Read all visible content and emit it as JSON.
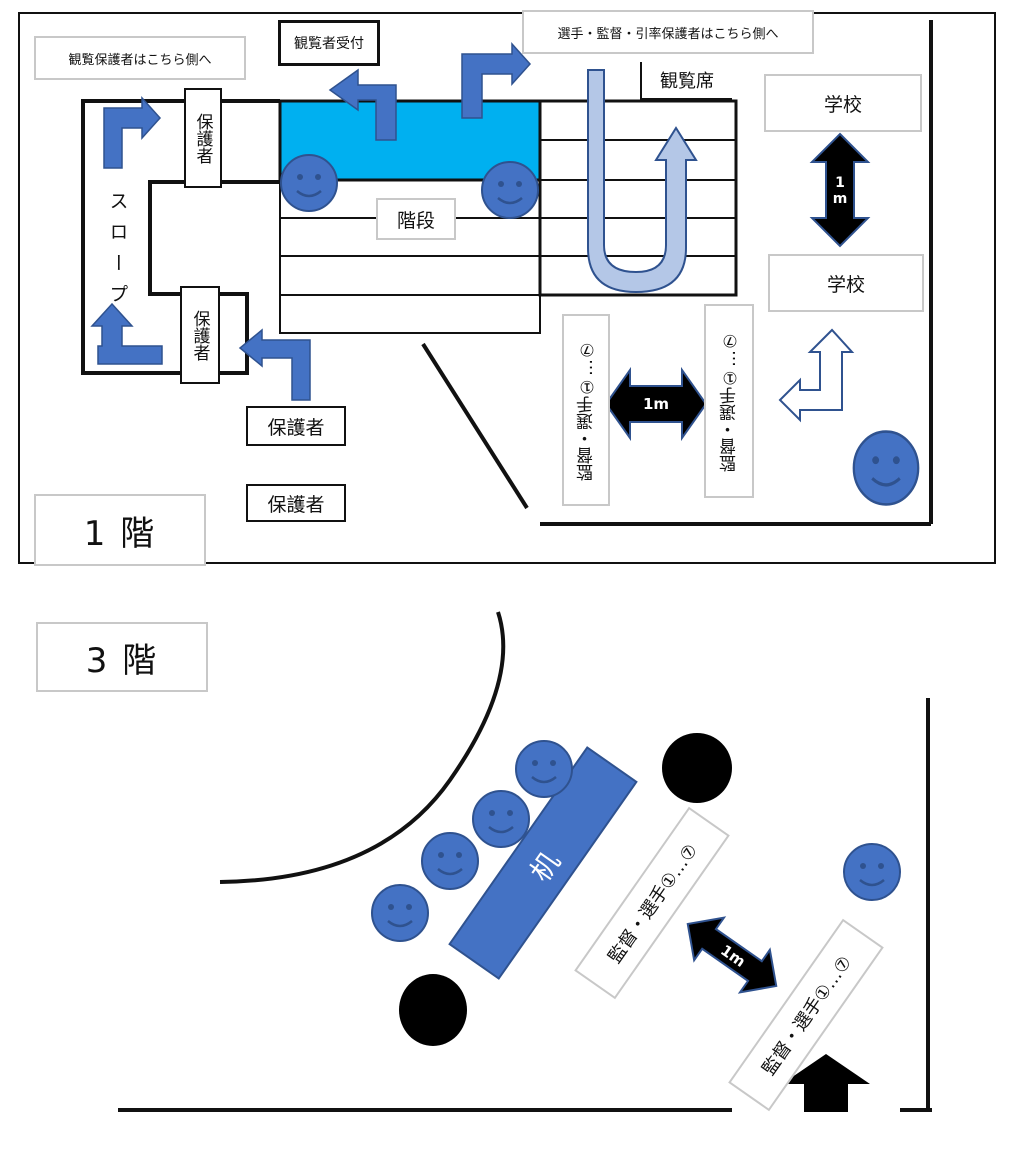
{
  "floor1": {
    "floor_label": "1 階",
    "spectator_guardian_sign": "観覧保護者はこちら側へ",
    "reception_label": "観覧者受付",
    "players_sign": "選手・監督・引率保護者はこちら側へ",
    "seats_label": "観覧席",
    "stairs_label": "階段",
    "slope_label": "スロープ",
    "guardian_vertical_label": "保護者",
    "guardian_top_label": "保護者",
    "guardian_bottom_label": "保護者",
    "guardian_box_a": "保護者",
    "guardian_box_b": "保護者",
    "school_top_label": "学校",
    "school_bottom_label": "学校",
    "distance_vertical": "1m",
    "distance_horizontal": "1m",
    "players_left_label": "監督・選手①…⑦",
    "players_right_label": "監督・選手①…⑦"
  },
  "floor3": {
    "floor_label": "3 階",
    "desk_label": "机",
    "distance_label": "1m",
    "players_left_label": "監督・選手①…⑦",
    "players_right_label": "監督・選手①…⑦"
  },
  "colors": {
    "accent_blue": "#4472c4",
    "reception_area": "#00b0f0",
    "light_blue": "#b4c7e7",
    "border_gray": "#c8c8c8"
  }
}
